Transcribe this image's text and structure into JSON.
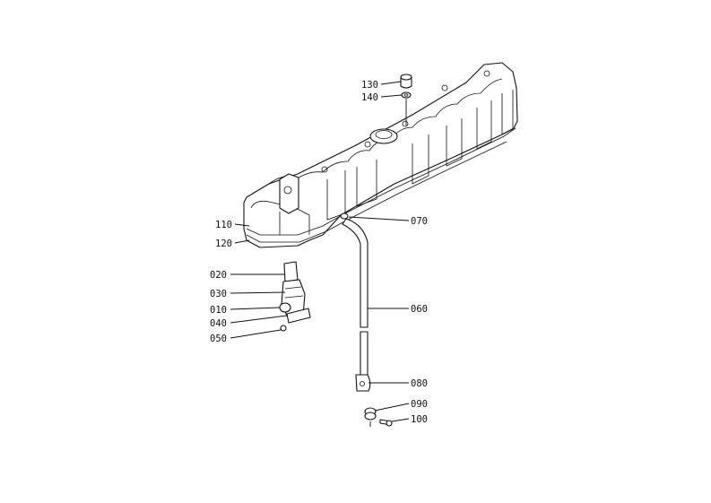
{
  "callouts": {
    "c130": "130",
    "c140": "140",
    "c110": "110",
    "c120": "120",
    "c070": "070",
    "c020": "020",
    "c030": "030",
    "c010": "010",
    "c040": "040",
    "c050": "050",
    "c060": "060",
    "c080": "080",
    "c090": "090",
    "c100": "100"
  }
}
